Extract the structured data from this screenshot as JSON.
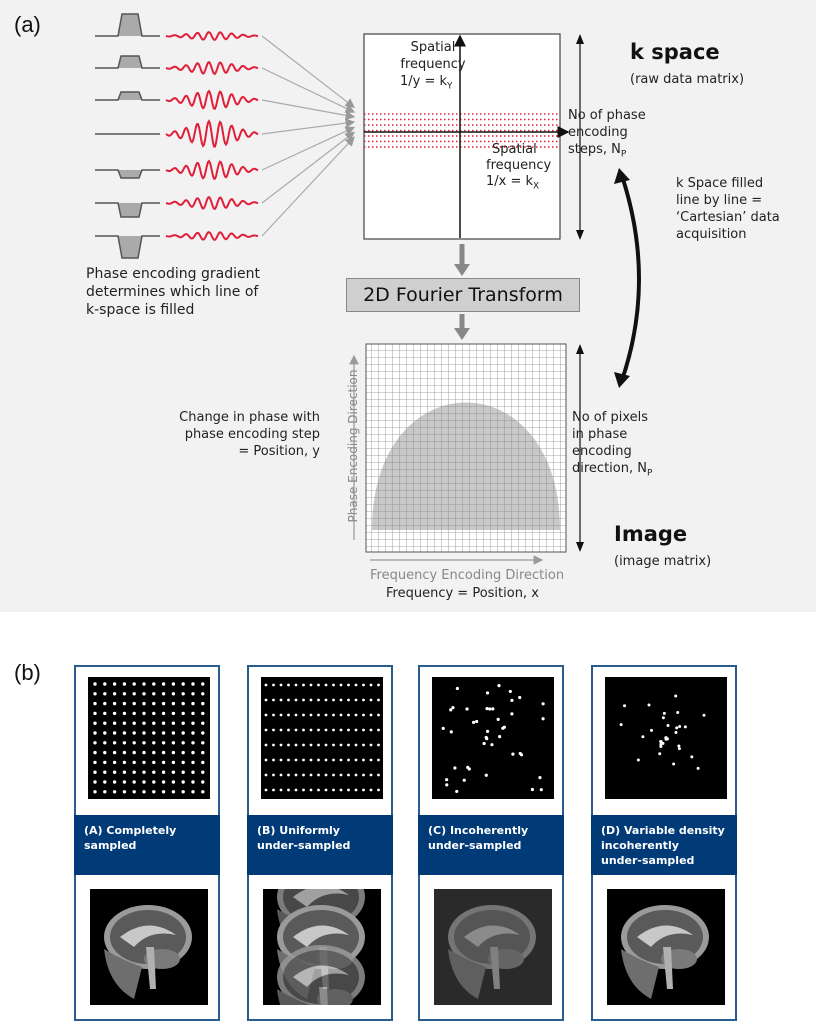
{
  "panel_a": {
    "label": "(a)",
    "kspace": {
      "title": "k space",
      "subtitle": "(raw data matrix)",
      "ky_label_l1": "Spatial",
      "ky_label_l2": "frequency",
      "ky_label_l3": "1/y = k",
      "ky_sub": "Y",
      "kx_label_l1": "Spatial",
      "kx_label_l2": "frequency",
      "kx_label_l3": "1/x = k",
      "kx_sub": "X",
      "steps_l1": "No of phase",
      "steps_l2": "encoding",
      "steps_l3": "steps, N",
      "steps_sub": "P"
    },
    "gradient_caption_l1": "Phase encoding gradient",
    "gradient_caption_l2": "determines which line of",
    "gradient_caption_l3": "k-space is filled",
    "fourier_transform": "2D Fourier Transform",
    "filled_l1": "k Space filled",
    "filled_l2": "line by line =",
    "filled_l3": "‘Cartesian’ data",
    "filled_l4": "acquisition",
    "phase_change_l1": "Change in phase with",
    "phase_change_l2": "phase encoding step",
    "phase_change_l3": "= Position, y",
    "pixels_l1": "No of pixels",
    "pixels_l2": "in phase",
    "pixels_l3": "encoding",
    "pixels_l4": "direction, N",
    "pixels_sub": "P",
    "image_title": "Image",
    "image_subtitle": "(image matrix)",
    "phase_dir": "Phase Encoding Direction",
    "freq_dir": "Frequency Encoding Direction",
    "freq_pos": "Frequency = Position, x",
    "colors": {
      "signal": "#e0203a",
      "band": "#e0203a",
      "grey": "#888888",
      "panel_bg": "#f2f2f2"
    }
  },
  "panel_b": {
    "label": "(b)",
    "cards": [
      {
        "caption_l1": "(A) Completely",
        "caption_l2": "sampled",
        "caption_l3": "",
        "pattern": "full-grid"
      },
      {
        "caption_l1": "(B) Uniformly",
        "caption_l2": "under-sampled",
        "caption_l3": "",
        "pattern": "row-skip"
      },
      {
        "caption_l1": "(C) Incoherently",
        "caption_l2": "under-sampled",
        "caption_l3": "",
        "pattern": "random"
      },
      {
        "caption_l1": "(D) Variable density",
        "caption_l2": "incoherently",
        "caption_l3": "under-sampled",
        "pattern": "center-dense"
      }
    ],
    "colors": {
      "band": "#003b78",
      "border": "#2a5d8f"
    }
  }
}
